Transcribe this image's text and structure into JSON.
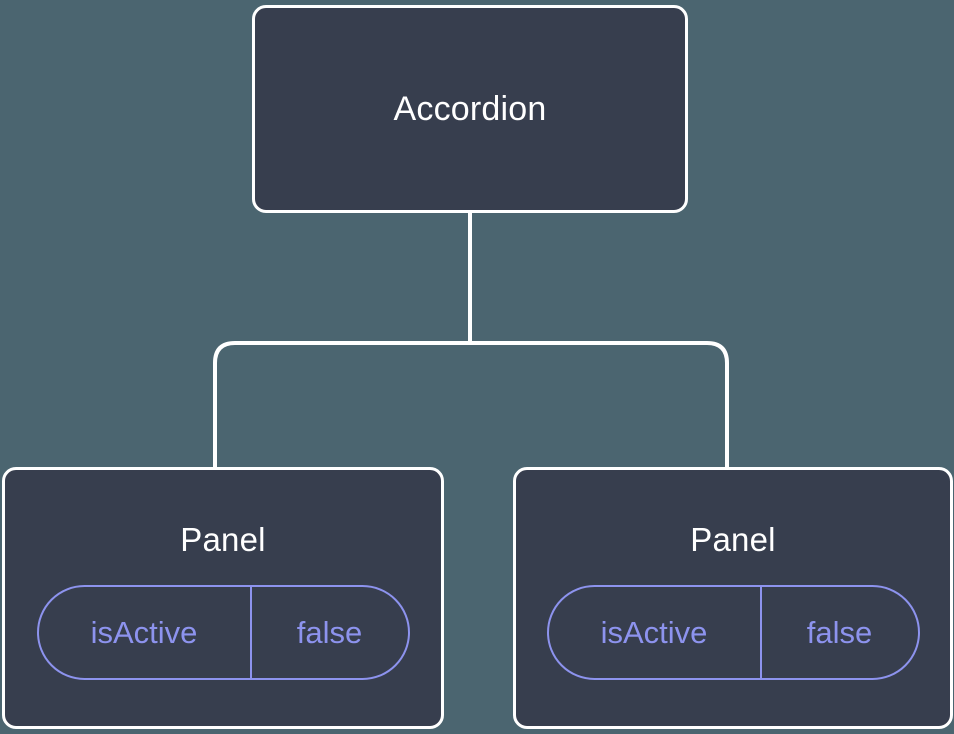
{
  "diagram": {
    "type": "component-tree",
    "background_color": "#4b6570",
    "node_fill_color": "#373e4e",
    "node_border_color": "#ffffff",
    "connector_color": "#ffffff",
    "accent_color": "#8d93ee",
    "root": {
      "label": "Accordion"
    },
    "children": [
      {
        "label": "Panel",
        "state": {
          "key": "isActive",
          "value": "false"
        }
      },
      {
        "label": "Panel",
        "state": {
          "key": "isActive",
          "value": "false"
        }
      }
    ]
  }
}
